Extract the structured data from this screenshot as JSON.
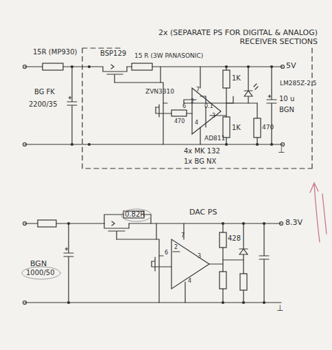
{
  "diagram": {
    "labels": [
      "2x (SEPARATE PS FOR DIGITAL & ANALOG) RECEIVER SECTIONS",
      "15R (MP930)",
      "BSP129",
      "15 R (3W PANASONIC)",
      "5V",
      "BG FK",
      "2200/35",
      "1K",
      "LM285Z-2.5",
      "ZVN3310",
      "7",
      "2",
      "0.1",
      "6",
      "3",
      "4",
      "470",
      "10 u",
      "BGN",
      "1K",
      "AD811",
      "470",
      "4x MK 132",
      "1x BG NX",
      "⊥",
      "0.82R",
      "DAC PS",
      "8.3V",
      "BGN",
      "1000/50",
      "428",
      "7",
      "2",
      "6",
      "3",
      "4",
      "⊥"
    ]
  }
}
